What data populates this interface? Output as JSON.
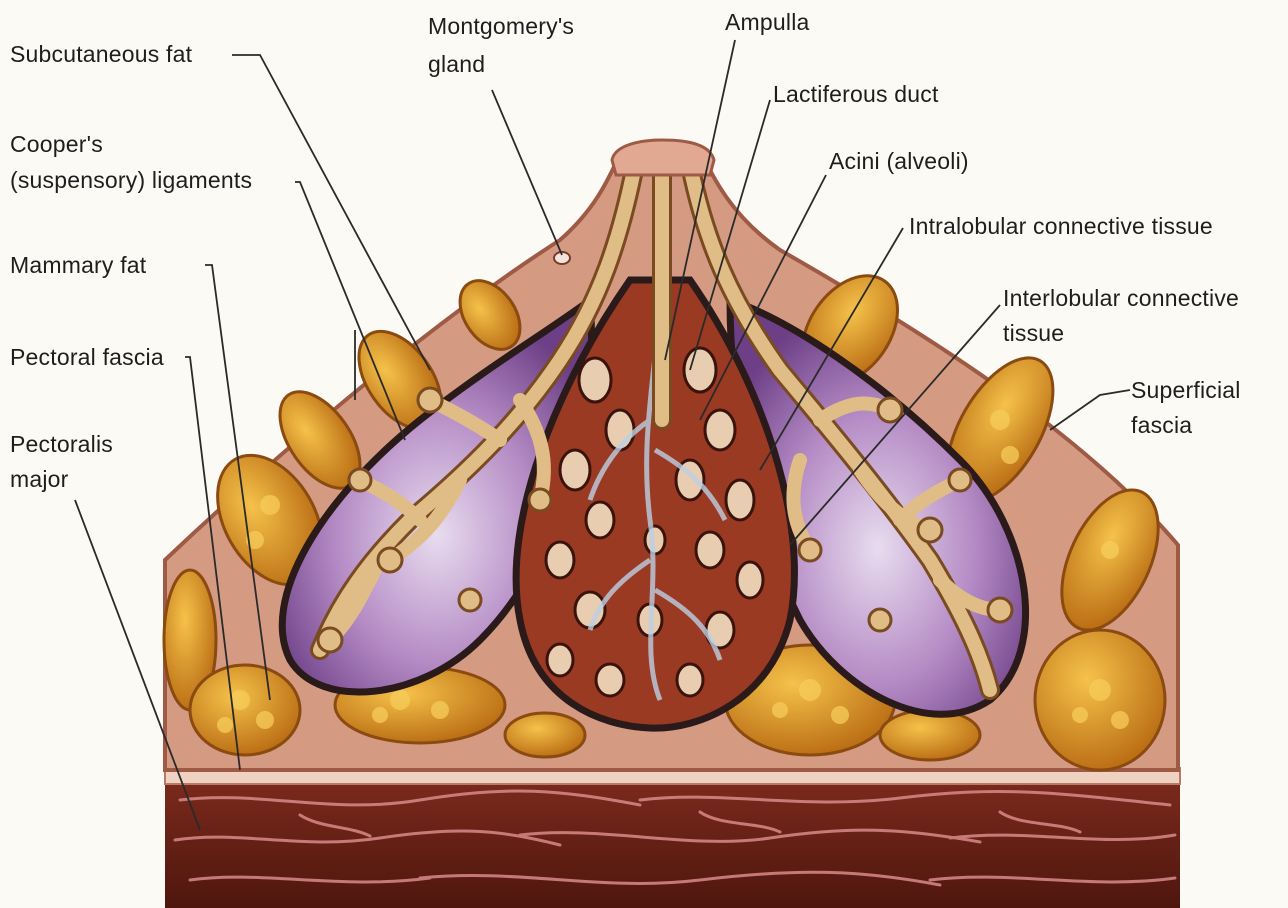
{
  "labels": {
    "subcutaneous_fat": "Subcutaneous fat",
    "coopers_line1": "Cooper's",
    "coopers_line2": "(suspensory) ligaments",
    "mammary_fat": "Mammary fat",
    "pectoral_fascia": "Pectoral fascia",
    "pectoralis_line1": "Pectoralis",
    "pectoralis_line2": "major",
    "montgomery_line1": "Montgomery's",
    "montgomery_line2": "gland",
    "ampulla": "Ampulla",
    "lactiferous_duct": "Lactiferous duct",
    "acini": "Acini (alveoli)",
    "intralobular": "Intralobular connective tissue",
    "interlobular_line1": "Interlobular connective",
    "interlobular_line2": "tissue",
    "superficial_line1": "Superficial",
    "superficial_line2": "fascia"
  },
  "colors": {
    "background": "#fbfaf5",
    "skin": "#c98a6f",
    "fat": "#d08a1e",
    "fat_light": "#f0b640",
    "lobule_purple": "#9a6aa8",
    "duct_tan": "#d9b07a",
    "central_lobule": "#9b3a22",
    "muscle": "#6e2418",
    "muscle_lines": "#d98a8a",
    "leader_line": "#2a2a2a"
  }
}
